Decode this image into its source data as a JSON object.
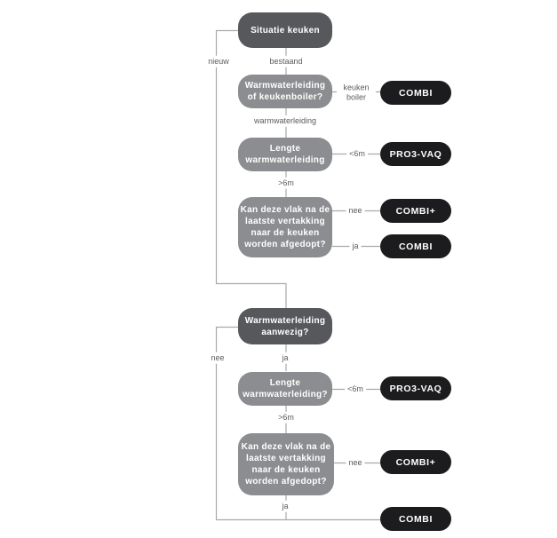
{
  "palette": {
    "background": "#ffffff",
    "node_dark": "#57585c",
    "node_light": "#8b8d90",
    "result_pill": "#1c1c1e",
    "connector_line": "#a7a9ac",
    "edge_label_text": "#5a5b5f",
    "node_text": "#ffffff"
  },
  "flowchart": {
    "nodes": [
      {
        "id": "situatie-keuken",
        "variant": "dark",
        "label": "Situatie keuken"
      },
      {
        "id": "warmwaterleiding-of-keukenboiler",
        "variant": "light",
        "label": "Warmwaterleiding of keukenboiler?"
      },
      {
        "id": "lengte-warmwaterleiding-1",
        "variant": "light",
        "label": "Lengte warmwaterleiding"
      },
      {
        "id": "afdoppen-vraag-1",
        "variant": "light",
        "label": "Kan deze vlak na de laatste vertakking naar de keuken worden afgedopt?"
      },
      {
        "id": "warmwaterleiding-aanwezig",
        "variant": "dark",
        "label": "Warmwaterleiding aanwezig?"
      },
      {
        "id": "lengte-warmwaterleiding-2",
        "variant": "light",
        "label": "Lengte warmwaterleiding?"
      },
      {
        "id": "afdoppen-vraag-2",
        "variant": "light",
        "label": "Kan deze vlak na de laatste vertakking naar de keuken worden afgedopt?"
      }
    ],
    "results": [
      {
        "id": "combi-1",
        "label": "COMBI"
      },
      {
        "id": "pro3-vaq-1",
        "label": "PRO3-VAQ"
      },
      {
        "id": "combi-plus-1",
        "label": "COMBI+"
      },
      {
        "id": "combi-2",
        "label": "COMBI"
      },
      {
        "id": "pro3-vaq-2",
        "label": "PRO3-VAQ"
      },
      {
        "id": "combi-plus-2",
        "label": "COMBI+"
      },
      {
        "id": "combi-3",
        "label": "COMBI"
      }
    ],
    "edges": [
      {
        "id": "nieuw",
        "label": "nieuw"
      },
      {
        "id": "bestaand",
        "label": "bestaand"
      },
      {
        "id": "keuken-boiler",
        "label": "keuken boiler"
      },
      {
        "id": "warmwaterleiding",
        "label": "warmwaterleiding"
      },
      {
        "id": "lt6m-1",
        "label": "<6m"
      },
      {
        "id": "gt6m-1",
        "label": ">6m"
      },
      {
        "id": "nee-1",
        "label": "nee"
      },
      {
        "id": "ja-1",
        "label": "ja"
      },
      {
        "id": "nee-2",
        "label": "nee"
      },
      {
        "id": "ja-2",
        "label": "ja"
      },
      {
        "id": "lt6m-2",
        "label": "<6m"
      },
      {
        "id": "gt6m-2",
        "label": ">6m"
      },
      {
        "id": "nee-3",
        "label": "nee"
      },
      {
        "id": "ja-3",
        "label": "ja"
      }
    ]
  }
}
